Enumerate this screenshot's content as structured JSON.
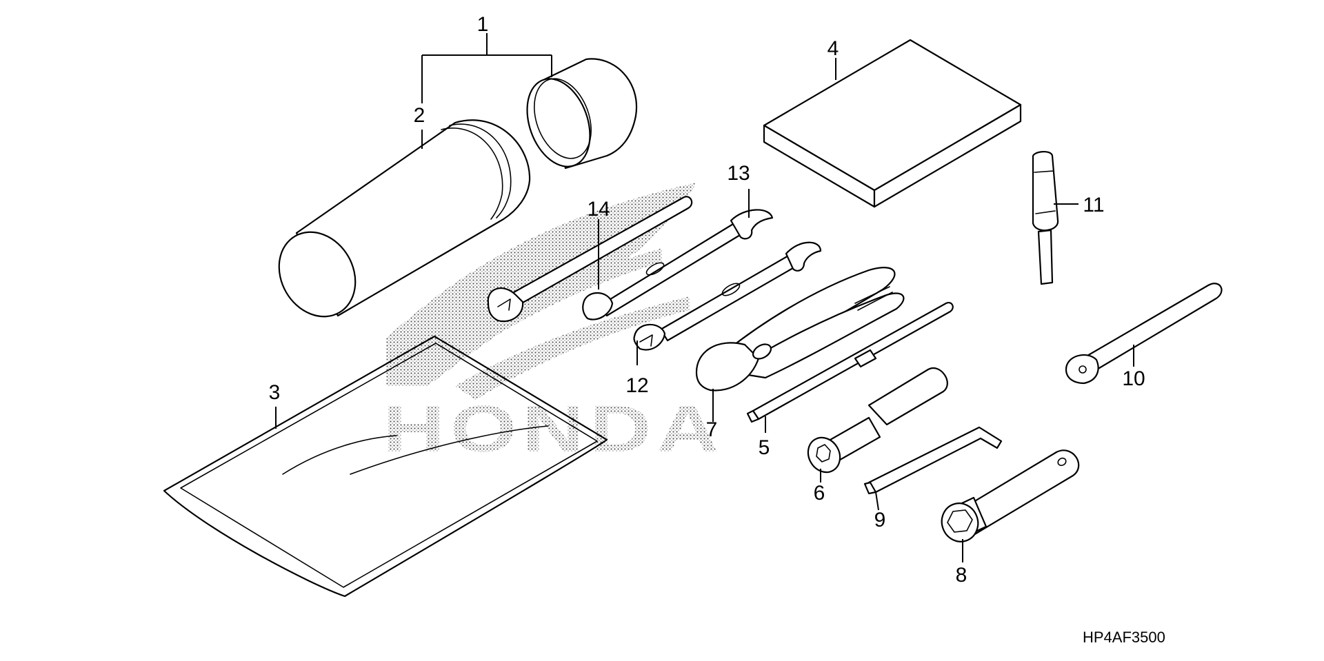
{
  "diagram_code": "HP4AF3500",
  "watermark": {
    "brand_text": "HONDA"
  },
  "callouts": {
    "c1": "1",
    "c2": "2",
    "c3": "3",
    "c4": "4",
    "c5": "5",
    "c6": "6",
    "c7": "7",
    "c8": "8",
    "c9": "9",
    "c10": "10",
    "c11": "11",
    "c12": "12",
    "c13": "13",
    "c14": "14"
  }
}
